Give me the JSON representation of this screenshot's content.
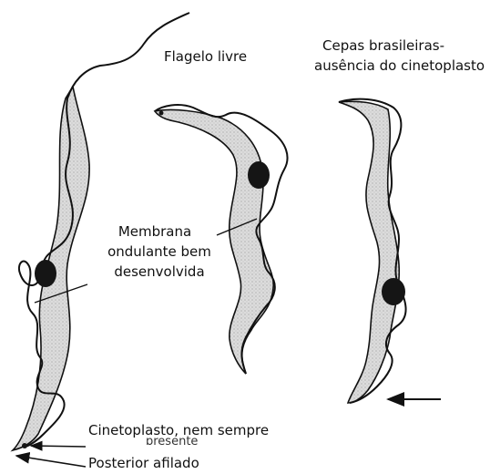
{
  "labels": {
    "flagelo_livre": "Flagelo livre",
    "cepas_line1": "Cepas brasileiras-",
    "cepas_line2": "ausência do cinetoplasto",
    "membrana_line1": "Membrana",
    "membrana_line2": "ondulante bem",
    "membrana_line3": "desenvolvida",
    "cinetoplasto_line1": "Cinetoplasto, nem sempre",
    "cinetoplasto_line2": "presente",
    "posterior": "Posterior afilado"
  },
  "colors": {
    "body_fill": "#d8d8d8",
    "outline": "#111111",
    "nucleus": "#151515",
    "background": "#ffffff"
  }
}
